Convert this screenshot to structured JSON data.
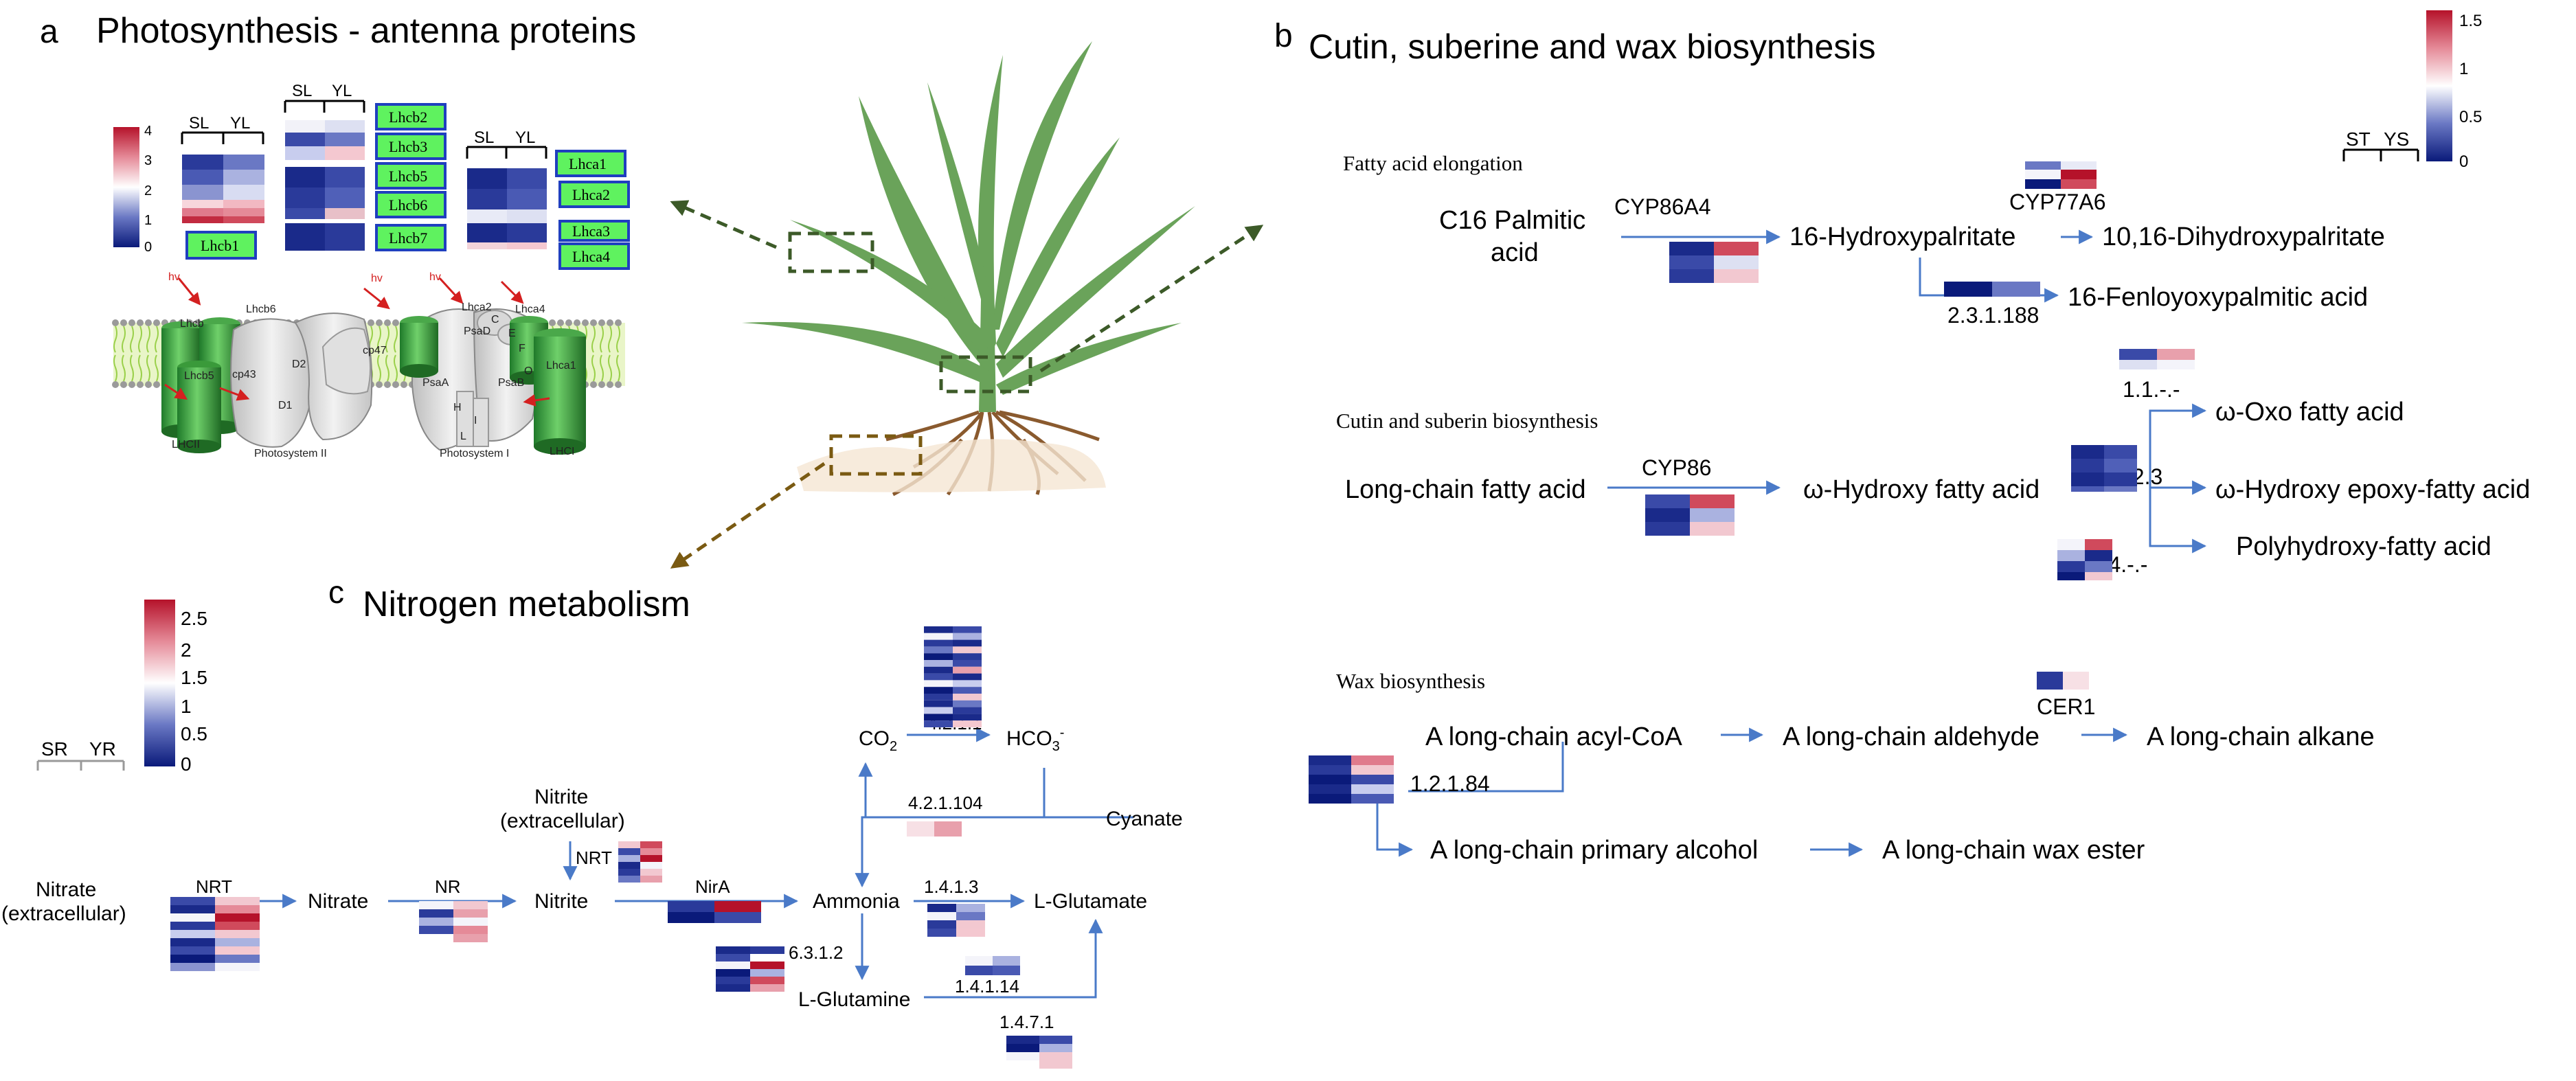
{
  "panel_a": {
    "letter": "a",
    "title": "Photosynthesis - antenna proteins",
    "scale_ticks": [
      "4",
      "3",
      "2",
      "1",
      "0"
    ],
    "groups": [
      "SL",
      "YL"
    ],
    "genes": [
      "Lhcb1",
      "Lhcb2",
      "Lhcb3",
      "Lhcb5",
      "Lhcb6",
      "Lhcb7",
      "Lhca1",
      "Lhca2",
      "Lhca3",
      "Lhca4"
    ],
    "membrane_labels": [
      "hv",
      "hv",
      "hv",
      "Lhcb6",
      "Lhcb",
      "Lhcb5",
      "cp43",
      "D2",
      "cp47",
      "D1",
      "LHCII",
      "Photosystem II",
      "Lhca2",
      "Lhca4",
      "PsaD",
      "C",
      "E",
      "F",
      "PsaA",
      "PsaB",
      "H",
      "I",
      "L",
      "O",
      "Lhca1",
      "Photosystem I",
      "LHCI"
    ]
  },
  "panel_b": {
    "letter": "b",
    "title": "Cutin, suberine and wax biosynthesis",
    "scale_ticks": [
      "1.5",
      "1",
      "0.5",
      "0"
    ],
    "groups": [
      "ST",
      "YS"
    ],
    "sections": {
      "fatty": "Fatty acid elongation",
      "cutin": "Cutin and suberin biosynthesis",
      "wax": "Wax biosynthesis"
    },
    "compounds": {
      "c16": "C16 Palmitic",
      "c16b": "acid",
      "hydroxy16": "16-Hydroxypalritate",
      "dihydroxy": "10,16-Dihydroxypalritate",
      "fenloy": "16-Fenloyoxypalmitic acid",
      "lcfa": "Long-chain fatty acid",
      "whfa": "ω-Hydroxy fatty acid",
      "oxo": "ω-Oxo fatty acid",
      "epoxy": "ω-Hydroxy epoxy-fatty acid",
      "poly": "Polyhydroxy-fatty acid",
      "acyl": "A long-chain acyl-CoA",
      "aldehyde": "A long-chain aldehyde",
      "alkane": "A long-chain alkane",
      "alcohol": "A long-chain primary alcohol",
      "ester": "A long-chain wax ester"
    },
    "enzymes": {
      "cyp86a4": "CYP86A4",
      "cyp77a6": "CYP77A6",
      "e23": "2.3.1.188",
      "e11": "1.1.-.-",
      "cyp86": "CYP86",
      "e111": "1.11.2.3",
      "e114": "1.14.-.-",
      "cer1": "CER1",
      "e12": "1.2.1.84"
    }
  },
  "panel_c": {
    "letter": "c",
    "title": "Nitrogen metabolism",
    "scale_ticks": [
      "2.5",
      "2",
      "1.5",
      "1",
      "0.5",
      "0"
    ],
    "groups": [
      "SR",
      "YR"
    ],
    "compounds": {
      "nitrate_ext1": "Nitrate",
      "nitrate_ext2": "(extracellular)",
      "nitrate": "Nitrate",
      "nitrite_ext1": "Nitrite",
      "nitrite_ext2": "(extracellular)",
      "nitrite": "Nitrite",
      "ammonia": "Ammonia",
      "glutamate": "L-Glutamate",
      "glutamine": "L-Glutamine",
      "co2": "CO",
      "co2_sub": "2",
      "hco3": "HCO",
      "hco3_sub": "3",
      "hco3_sup": "-",
      "cyanate": "Cyanate"
    },
    "enzymes": {
      "nrt1": "NRT",
      "nr": "NR",
      "nrt2": "NRT",
      "nira": "NirA",
      "e4211": "4.2.1.1",
      "e42104": "4.2.1.104",
      "e1413": "1.4.1.3",
      "e6312": "6.3.1.2",
      "e14114": "1.4.1.14",
      "e1471": "1.4.7.1"
    }
  },
  "colors": {
    "heat_low": "#0a1a7a",
    "heat_mid": "#ffffff",
    "heat_high": "#b5122a",
    "gene_box": "#5ff25f",
    "gene_border": "#1f3fbf",
    "arrow": "#4a7ac8",
    "plant": "#6aa35a",
    "root": "#8a5a2e"
  }
}
